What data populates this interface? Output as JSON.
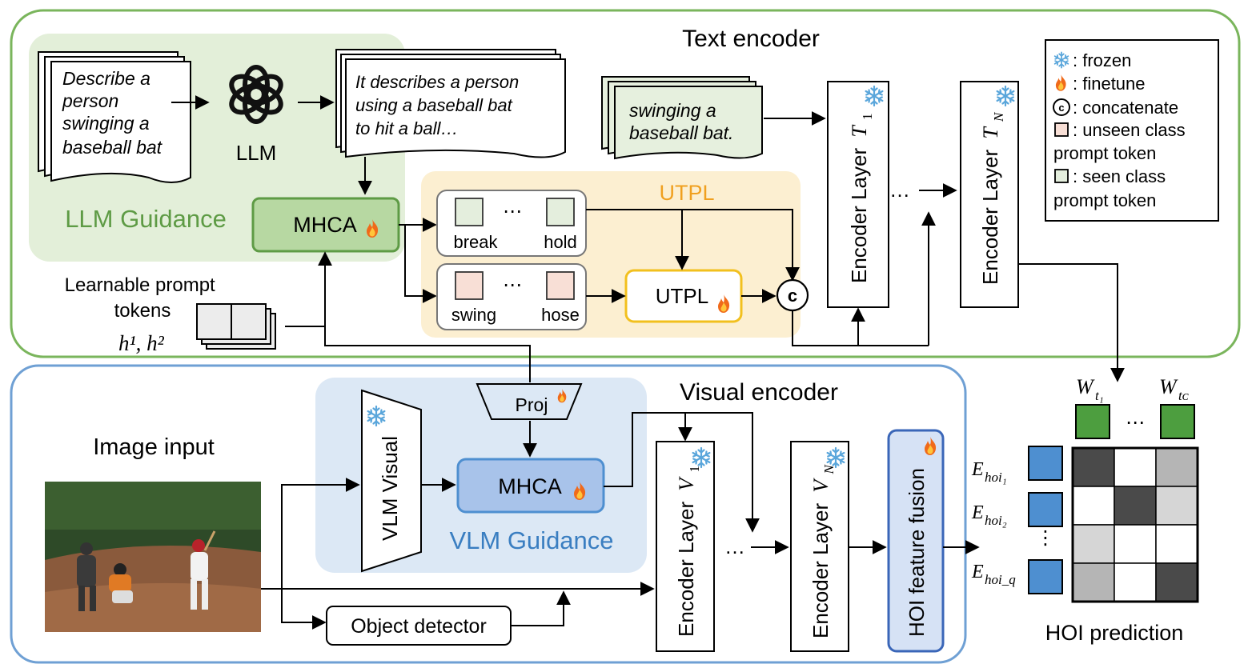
{
  "text_encoder": {
    "title": "Text encoder",
    "llm_guidance_label": "LLM Guidance",
    "query_doc_lines": [
      "Describe a",
      "person",
      "swinging a",
      "baseball bat"
    ],
    "llm_label": "LLM",
    "response_doc_lines": [
      "It describes a person",
      "using a baseball bat",
      "to hit a ball…"
    ],
    "mhca_label": "MHCA",
    "prompt_label_lines": [
      "Learnable prompt",
      "tokens"
    ],
    "prompt_symbols": "h¹, h²",
    "utpl_region_label": "UTPL",
    "seen_tokens": [
      "break",
      "hold"
    ],
    "unseen_tokens": [
      "swing",
      "hose"
    ],
    "utpl_module_label": "UTPL",
    "concat_symbol": "c",
    "caption_doc_lines": [
      "swinging a",
      "baseball bat."
    ],
    "encoder_first_label": "Encoder Layer",
    "encoder_first_sub": "T",
    "encoder_first_index": "1",
    "encoder_last_label": "Encoder Layer",
    "encoder_last_sub": "T",
    "encoder_last_index": "N",
    "ellipsis": "…"
  },
  "legend": {
    "items": [
      {
        "icon": "snowflake-icon",
        "text": ": frozen"
      },
      {
        "icon": "flame-icon",
        "text": ": finetune"
      },
      {
        "icon": "concatenate-icon",
        "text": ": concatenate"
      },
      {
        "icon": "unseen-token-icon",
        "text": ": unseen class"
      },
      {
        "icon": "",
        "text": "prompt token"
      },
      {
        "icon": "seen-token-icon",
        "text": ": seen class"
      },
      {
        "icon": "",
        "text": "prompt token"
      }
    ]
  },
  "visual_encoder": {
    "title": "Visual encoder",
    "image_input_label": "Image input",
    "vlm_visual_label": "VLM Visual",
    "proj_label": "Proj",
    "mhca_label": "MHCA",
    "vlm_guidance_label": "VLM Guidance",
    "encoder_first_label": "Encoder Layer",
    "encoder_first_sub": "V",
    "encoder_first_index": "1",
    "encoder_last_label": "Encoder Layer",
    "encoder_last_sub": "V",
    "encoder_last_index": "N",
    "fusion_label": "HOI feature fusion",
    "object_detector_label": "Object detector",
    "ellipsis": "…"
  },
  "prediction": {
    "label": "HOI prediction",
    "w_first": "t₁",
    "w_last": "tᴄ",
    "e_rows": [
      "hoi₁",
      "hoi₂",
      "hoi_q"
    ],
    "matrix": [
      [
        "#4a4a4a",
        "#ffffff",
        "#b5b5b5"
      ],
      [
        "#ffffff",
        "#4a4a4a",
        "#d6d6d6"
      ],
      [
        "#d6d6d6",
        "#ffffff",
        "#ffffff"
      ],
      [
        "#b5b5b5",
        "#ffffff",
        "#4a4a4a"
      ]
    ]
  },
  "colors": {
    "green_border": "#7ab55c",
    "green_region": "#e3efd9",
    "green_text": "#5e9b45",
    "blue_border": "#6fa0d4",
    "blue_region": "#dce8f5",
    "blue_text": "#3a7ec1",
    "orange_region": "#fcefd1",
    "orange_text": "#f0a020",
    "seen_fill": "#e4eedd",
    "unseen_fill": "#f8dfd6",
    "token_blue": "#4e8fd0",
    "token_green": "#4d9e3f"
  }
}
